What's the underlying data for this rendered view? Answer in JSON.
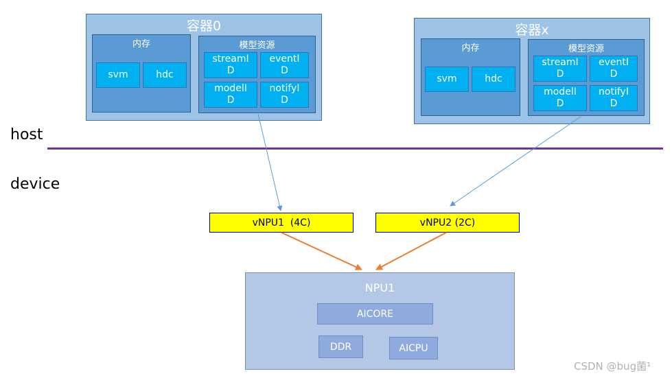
{
  "containers": [
    {
      "title": "容器0",
      "memory": {
        "title": "内存",
        "items": [
          "svm",
          "hdc"
        ]
      },
      "resources": {
        "title": "模型资源",
        "items": [
          "streamI\nD",
          "eventI\nD",
          "modelI\nD",
          "notifyI\nD"
        ]
      }
    },
    {
      "title": "容器x",
      "memory": {
        "title": "内存",
        "items": [
          "svm",
          "hdc"
        ]
      },
      "resources": {
        "title": "模型资源",
        "items": [
          "streamI\nD",
          "eventI\nD",
          "modelI\nD",
          "notifyI\nD"
        ]
      }
    }
  ],
  "layers": {
    "host": "host",
    "device": "device"
  },
  "vnpus": [
    "vNPU1  (4C)",
    "vNPU2 (2C)"
  ],
  "npu": {
    "title": "NPU1",
    "units": [
      "AICORE",
      "DDR",
      "AICPU"
    ]
  },
  "watermark": "CSDN @bug菌¹",
  "colors": {
    "container_fill": "#9dc3e6",
    "panel_fill": "#5b9bd5",
    "cell_fill": "#00b0f0",
    "divider": "#7030a0",
    "vnpu_fill": "#ffff00",
    "npu_fill": "#b4c7e7",
    "npu_unit_fill": "#8faadc",
    "host_arrow": "#5b9bd5",
    "device_arrow": "#ed7d31"
  }
}
